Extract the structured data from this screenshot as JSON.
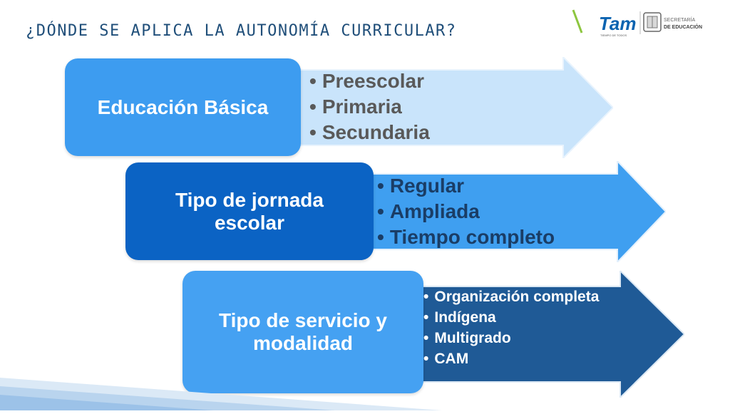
{
  "slide": {
    "title": "¿DÓNDE SE APLICA LA AUTONOMÍA CURRICULAR?",
    "rows": [
      {
        "box_lines": [
          "Educación Básica"
        ],
        "items": [
          "Preescolar",
          "Primaria",
          "Secundaria"
        ]
      },
      {
        "box_lines": [
          "Tipo de jornada",
          "escolar"
        ],
        "items": [
          "Regular",
          "Ampliada",
          "Tiempo completo"
        ]
      },
      {
        "box_lines": [
          "Tipo de servicio y",
          "modalidad"
        ],
        "items": [
          "Organización completa",
          "Indígena",
          "Multigrado",
          "CAM"
        ]
      }
    ]
  },
  "logo": {
    "brand": "Tam",
    "tagline": "TIEMPO DE TODOS",
    "org_line1": "SECRETARÍA",
    "org_line2": "DE EDUCACIÓN"
  },
  "colors": {
    "title": "#1f4e79",
    "box1": "#3d9cf0",
    "box2": "#0b63c4",
    "box3": "#45a1f2",
    "arrow1": "#c9e4fb",
    "arrow2": "#3f9ff0",
    "arrow3": "#1f5a96"
  }
}
